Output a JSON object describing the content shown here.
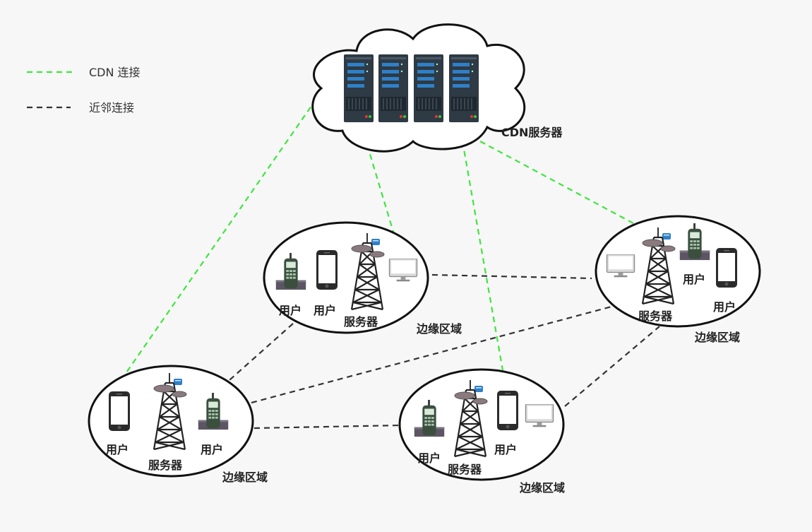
{
  "legend": {
    "cdn_link": "CDN 连接",
    "neighbor_link": "近邻连接"
  },
  "cdn_server_label": "CDN服务器",
  "regions": {
    "top": {
      "user1": "用户",
      "user2": "用户",
      "server": "服务器",
      "area": "边缘区域"
    },
    "right": {
      "user1": "用户",
      "user2": "用户",
      "server": "服务器",
      "area": "边缘区域"
    },
    "left": {
      "user1": "用户",
      "user2": "用户",
      "server": "服务器",
      "area": "边缘区域"
    },
    "bottom": {
      "user1": "用户",
      "user2": "用户",
      "server": "服务器",
      "area": "边缘区域"
    }
  },
  "colors": {
    "cdn_link": "#3ee63e",
    "neighbor_link": "#333333",
    "server_rack": "#2e3a44",
    "server_slot": "#2f80c9"
  }
}
